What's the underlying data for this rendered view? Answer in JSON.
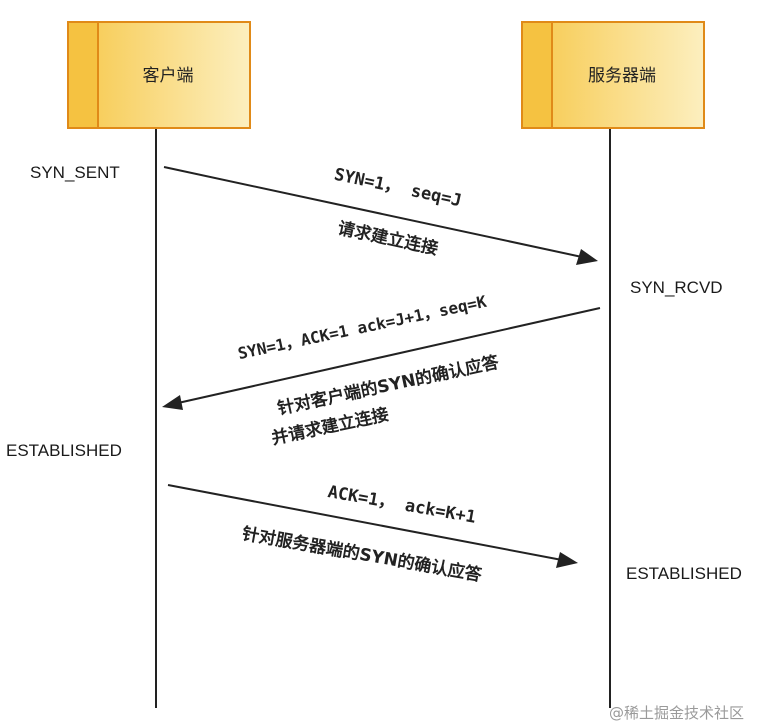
{
  "participants": {
    "client": {
      "label": "客户端"
    },
    "server": {
      "label": "服务器端"
    }
  },
  "states": {
    "client_syn_sent": "SYN_SENT",
    "server_syn_rcvd": "SYN_RCVD",
    "client_established": "ESTABLISHED",
    "server_established": "ESTABLISHED"
  },
  "messages": [
    {
      "from": "client",
      "to": "server",
      "label": "SYN=1， seq=J",
      "description": [
        "请求建立连接"
      ]
    },
    {
      "from": "server",
      "to": "client",
      "label": "SYN=1，ACK=1   ack=J+1，seq=K",
      "description": [
        "针对客户端的SYN的确认应答",
        "并请求建立连接"
      ]
    },
    {
      "from": "client",
      "to": "server",
      "label": "ACK=1， ack=K+1",
      "description": [
        "针对服务器端的SYN的确认应答"
      ]
    }
  ],
  "watermark": "@稀土掘金技术社区",
  "colors": {
    "box_fill_light": "#fbe7a3",
    "box_fill_dark": "#f5c241",
    "box_border": "#e08a18",
    "line": "#222222"
  }
}
